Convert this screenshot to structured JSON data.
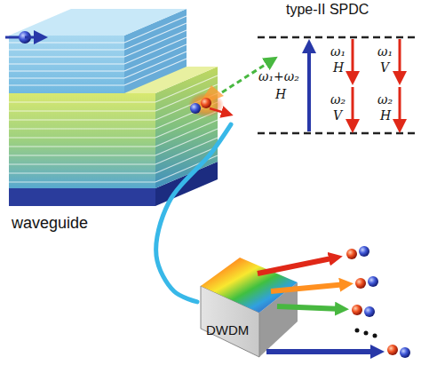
{
  "diagram": {
    "nodes": [
      {
        "text": [
          "waveguide"
        ]
      },
      {
        "text": [
          "DWDM"
        ]
      }
    ],
    "edges": [
      {
        "from": 0,
        "to": 1,
        "arrow": "none"
      }
    ],
    "labels": [
      "type-II SPDC",
      "ω₁+ω₂",
      "H",
      "ω₁",
      "H",
      "ω₂",
      "V",
      "ω₁",
      "V",
      "ω₂",
      "H"
    ]
  }
}
